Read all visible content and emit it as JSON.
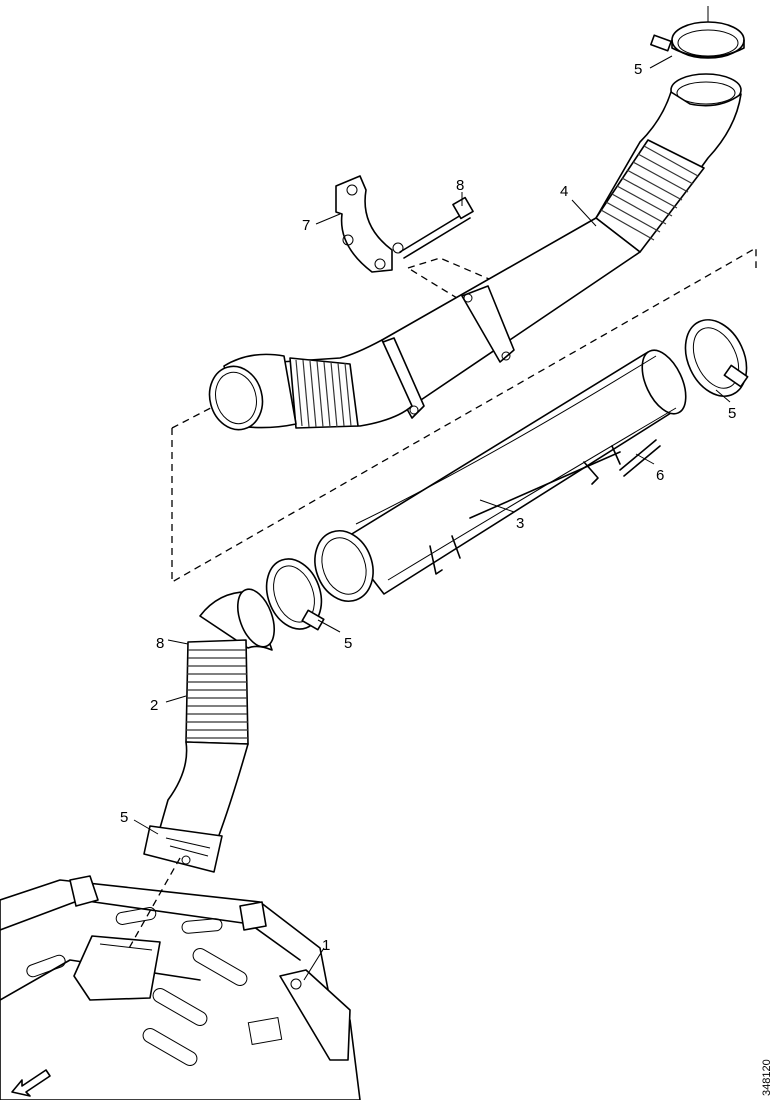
{
  "callouts": {
    "c1": "1",
    "c2": "2",
    "c3": "3",
    "c4": "4",
    "c5_top": "5",
    "c5_right": "5",
    "c5_mid": "5",
    "c5_bottom": "5",
    "c6": "6",
    "c7": "7",
    "c8_top": "8",
    "c8_left": "8"
  },
  "reference_number": "348120",
  "icons": {
    "direction_arrow": "arrow-icon"
  }
}
